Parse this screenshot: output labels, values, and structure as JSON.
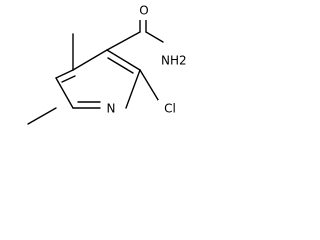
{
  "atoms": {
    "carbonyl_oxygen": "O",
    "amide_nitrogen": "NH2",
    "ring_nitrogen": "N",
    "chlorine": "Cl"
  }
}
